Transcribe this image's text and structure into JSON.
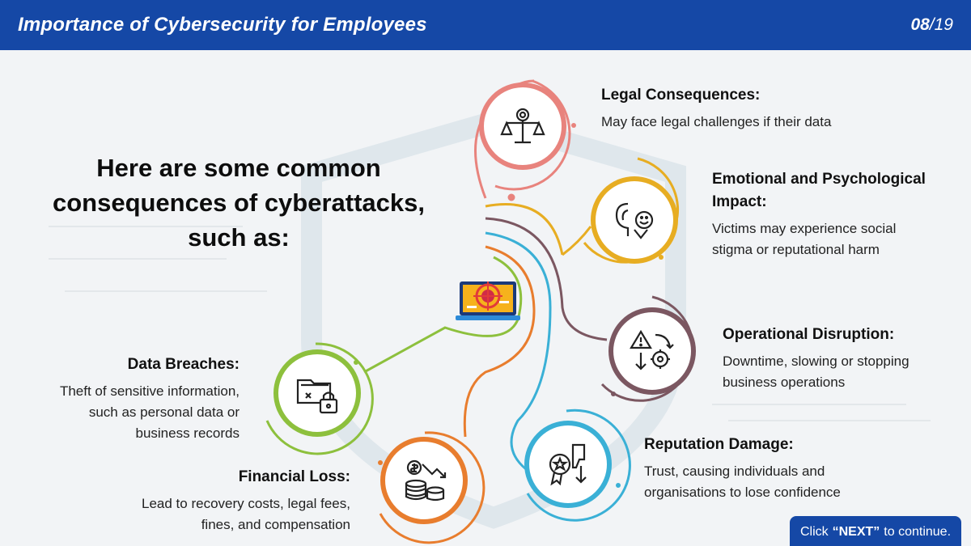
{
  "header": {
    "title": "Importance of Cybersecurity for Employees",
    "page_current": "08",
    "page_total": "/19"
  },
  "intro": {
    "line1": "Here are some common",
    "line2": "consequences of cyberattacks,",
    "line3": "such as:"
  },
  "items": [
    {
      "title": "Legal Consequences:",
      "desc_lines": [
        "May face legal challenges if their data"
      ],
      "color": "#e8837d",
      "icon": "scales-gear-icon"
    },
    {
      "title_lines": [
        "Emotional and Psychological",
        "Impact:"
      ],
      "desc_lines": [
        "Victims may experience social",
        "stigma or reputational harm"
      ],
      "color": "#e7ad22",
      "icon": "brain-face-icon"
    },
    {
      "title": "Operational Disruption:",
      "desc_lines": [
        "Downtime, slowing or stopping",
        "business operations"
      ],
      "color": "#7b5761",
      "icon": "warning-gear-icon"
    },
    {
      "title": "Reputation Damage:",
      "desc_lines": [
        "Trust, causing individuals and",
        "organisations to lose confidence"
      ],
      "color": "#3ab0d6",
      "icon": "badge-thumbs-down-icon"
    },
    {
      "title": "Financial Loss:",
      "desc_lines": [
        "Lead to recovery costs, legal fees,",
        "fines, and compensation"
      ],
      "color": "#e87d2e",
      "icon": "coins-decline-icon"
    },
    {
      "title": "Data Breaches:",
      "desc_lines": [
        "Theft of sensitive information,",
        "such as personal data or",
        "business records"
      ],
      "color": "#8dc03d",
      "icon": "folder-lock-icon"
    }
  ],
  "next_button": {
    "prefix": "Click",
    "keyword": "“NEXT”",
    "suffix": "to continue."
  },
  "colors": {
    "header": "#1548a6",
    "background": "#f2f4f6"
  }
}
